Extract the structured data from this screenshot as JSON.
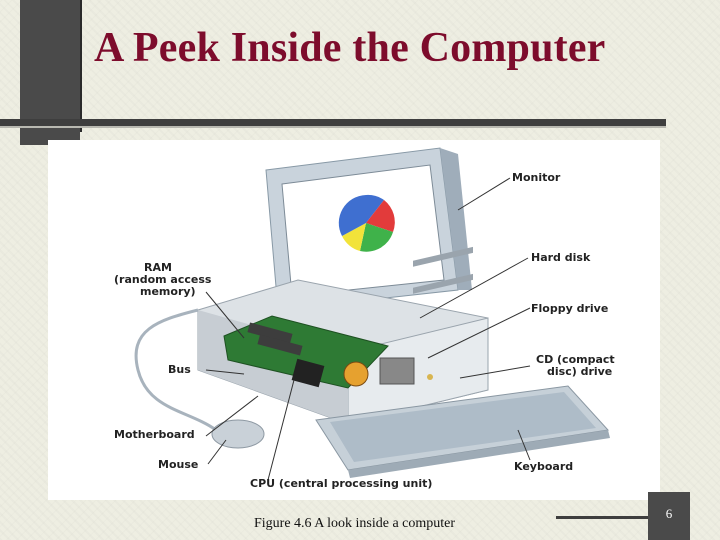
{
  "slide": {
    "title": "A Peek Inside the Computer",
    "caption": "Figure 4.6 A look inside a computer",
    "slide_number": "6"
  },
  "figure": {
    "labels": {
      "monitor": "Monitor",
      "hard_disk": "Hard disk",
      "floppy_drive": "Floppy drive",
      "cd_line1": "CD (compact",
      "cd_line2": "disc) drive",
      "keyboard": "Keyboard",
      "ram_line1": "RAM",
      "ram_line2": "(random access",
      "ram_line3": "memory)",
      "bus": "Bus",
      "motherboard": "Motherboard",
      "mouse": "Mouse",
      "cpu": "CPU (central processing unit)"
    },
    "pie_colors": [
      "#3f6fd0",
      "#e23b3b",
      "#3fb24a",
      "#f2e33a"
    ]
  },
  "colors": {
    "title": "#7d0c2c",
    "bars": "#4a4a4a",
    "background": "#eeeee2"
  }
}
